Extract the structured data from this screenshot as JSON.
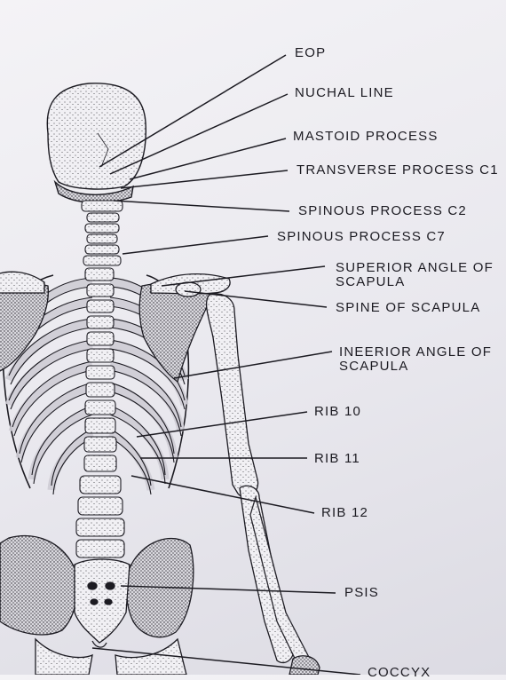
{
  "labels": {
    "eop": "EOP",
    "nuchal_line": "NUCHAL LINE",
    "mastoid_process": "MASTOID PROCESS",
    "transverse_process_c1": "TRANSVERSE PROCESS C1",
    "spinous_process_c2": "SPINOUS PROCESS C2",
    "spinous_process_c7": "SPINOUS PROCESS C7",
    "superior_angle_line1": "SUPERIOR ANGLE OF",
    "superior_angle_line2": "SCAPULA",
    "spine_of_scapula": "SPINE OF SCAPULA",
    "inferior_angle_line1": "INEERIOR ANGLE OF",
    "inferior_angle_line2": "SCAPULA",
    "rib_10": "RIB 10",
    "rib_11": "RIB 11",
    "rib_12": "RIB 12",
    "psis": "PSIS",
    "coccyx": "COCCYX"
  },
  "colors": {
    "paper": "#ecebf0",
    "ink": "#1c1b22",
    "bone_fill": "#f3f2f5"
  }
}
